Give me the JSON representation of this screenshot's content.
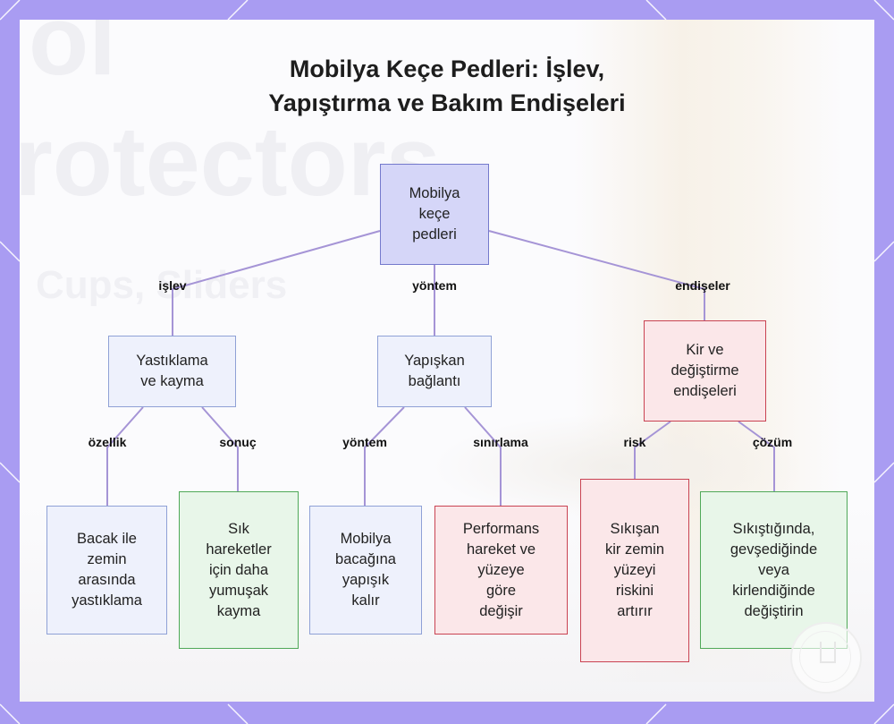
{
  "title": {
    "line1": "Mobilya Keçe Pedleri: İşlev,",
    "line2": "Yapıştırma ve Bakım Endişeleri"
  },
  "background_text": {
    "line1": "ol",
    "line2": "rotectors",
    "line3": "Cups, Sliders"
  },
  "nodes": {
    "root": [
      "Mobilya",
      "keçe",
      "pedleri"
    ],
    "cushion": [
      "Yastıklama",
      "ve kayma"
    ],
    "adhesive": [
      "Yapışkan",
      "bağlantı"
    ],
    "dirt": [
      "Kir ve",
      "değiştirme",
      "endişeleri"
    ],
    "cushion_leg": [
      "Bacak ile",
      "zemin",
      "arasında",
      "yastıklama"
    ],
    "smooth_slide": [
      "Sık",
      "hareketler",
      "için daha",
      "yumuşak",
      "kayma"
    ],
    "sticks": [
      "Mobilya",
      "bacağına",
      "yapışık",
      "kalır"
    ],
    "performance": [
      "Performans",
      "hareket ve",
      "yüzeye",
      "göre",
      "değişir"
    ],
    "risk_node": [
      "Sıkışan",
      "kir zemin",
      "yüzeyi",
      "riskini",
      "artırır"
    ],
    "replace": [
      "Sıkıştığında,",
      "gevşediğinde",
      "veya",
      "kirlendiğinde",
      "değiştirin"
    ]
  },
  "edges": {
    "islev": "işlev",
    "yontem_top": "yöntem",
    "endiseler": "endişeler",
    "ozellik": "özellik",
    "sonuc": "sonuç",
    "yontem_sub": "yöntem",
    "sinirlama": "sınırlama",
    "risk": "risk",
    "cozum": "çözüm"
  },
  "colors": {
    "frame": "#a99cf2",
    "edge": "#a594d6",
    "root_fill": "#d5d6f8",
    "blue_fill": "#eef1fc",
    "red_border": "#c94352",
    "green_border": "#4fa958"
  }
}
